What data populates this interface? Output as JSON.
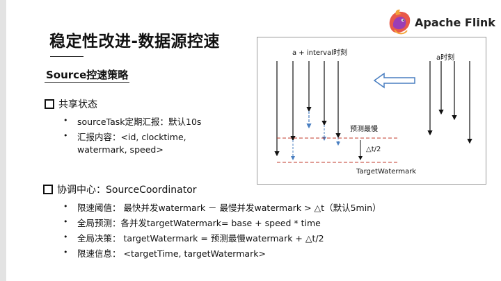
{
  "slide": {
    "title": "稳定性改进-数据源控速",
    "logo_text": "Apache Flink",
    "section_heading": "Source控速策略"
  },
  "shared_state": {
    "heading": "共享状态",
    "items": [
      "sourceTask定期汇报：默认10s",
      "汇报内容：<id, clocktime,",
      "watermark, speed>"
    ]
  },
  "coordinator": {
    "heading": "协调中心：SourceCoordinator",
    "items": [
      "限速阈值：  最快并发watermark － 最慢并发watermark > △t（默认5min）",
      "全局预测：各并发targetWatermark= base + speed * time",
      "全局决策：  targetWatermark = 预测最慢watermark + △t/2",
      "限速信息：  <targetTime, targetWatermark>"
    ]
  },
  "diagram": {
    "label_interval": "a + interval时刻",
    "label_a": "a时刻",
    "label_predict_slowest": "预测最慢",
    "label_delta": "△t/2",
    "label_target": "TargetWatermark"
  },
  "colors": {
    "accent_red": "#c0392b",
    "accent_blue": "#4a7fc1",
    "logo_orange": "#e8594a",
    "logo_purple": "#9b3db5"
  }
}
